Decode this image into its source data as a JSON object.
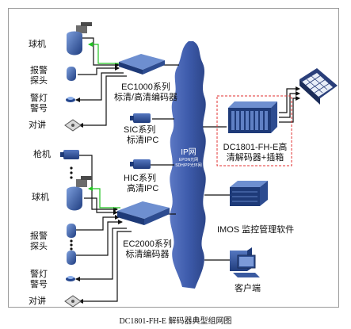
{
  "network": {
    "title": "IP网",
    "subtitle_line1": "EPON光网",
    "subtitle_line2": "SDH/PP光环网"
  },
  "labels": {
    "ball1": "球机",
    "alarm1_l1": "报警",
    "alarm1_l2": "探头",
    "light1_l1": "警灯",
    "light1_l2": "警号",
    "intercom1": "对讲",
    "ec1000_l1": "EC1000系列",
    "ec1000_l2": "标清/高清编码器",
    "sic_l1": "SIC系列",
    "sic_l2": "标清IPC",
    "hic_l1": "HIC系列",
    "hic_l2": "高清IPC",
    "gun": "枪机",
    "ball2": "球机",
    "alarm2_l1": "报警",
    "alarm2_l2": "探头",
    "light2_l1": "警灯",
    "light2_l2": "警号",
    "intercom2": "对讲",
    "ec2000_l1": "EC2000系列",
    "ec2000_l2": "标清编码器",
    "decoder_l1": "DC1801-FH-E高",
    "decoder_l2": "清解码器+插箱",
    "imos": "IMOS 监控管理软件",
    "client": "客户端"
  },
  "caption": "DC1801-FH-E 解码器典型组网图",
  "colors": {
    "network": "#3b5aa8",
    "device_blue": "#2f4f93",
    "green_link": "#22c322",
    "dashed_box": "#e03030"
  }
}
